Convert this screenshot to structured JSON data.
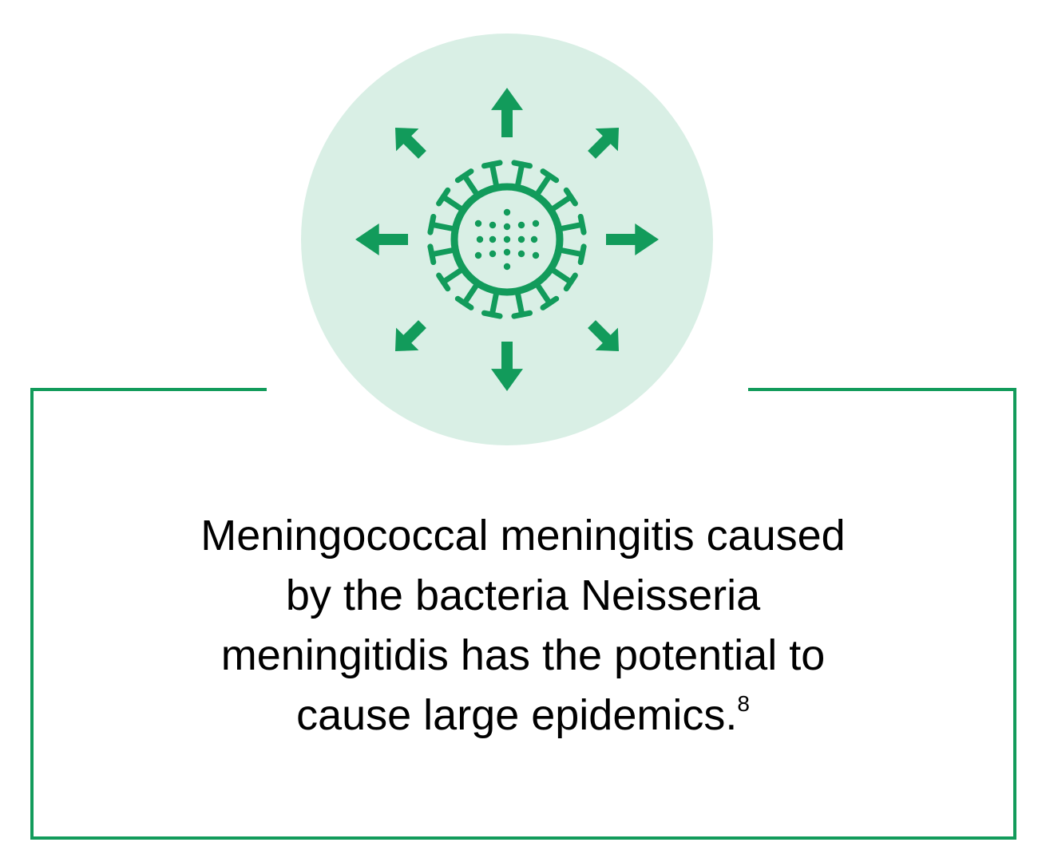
{
  "colors": {
    "accent": "#129b5b",
    "circle_fill": "#d9efe5",
    "text": "#000000",
    "background": "#ffffff"
  },
  "icon": {
    "name": "virus-spreading-icon"
  },
  "message": {
    "lines": [
      "Meningococcal meningitis caused",
      "by the bacteria Neisseria",
      "meningitidis has the potential to",
      "cause large epidemics."
    ],
    "footnote": "8"
  }
}
